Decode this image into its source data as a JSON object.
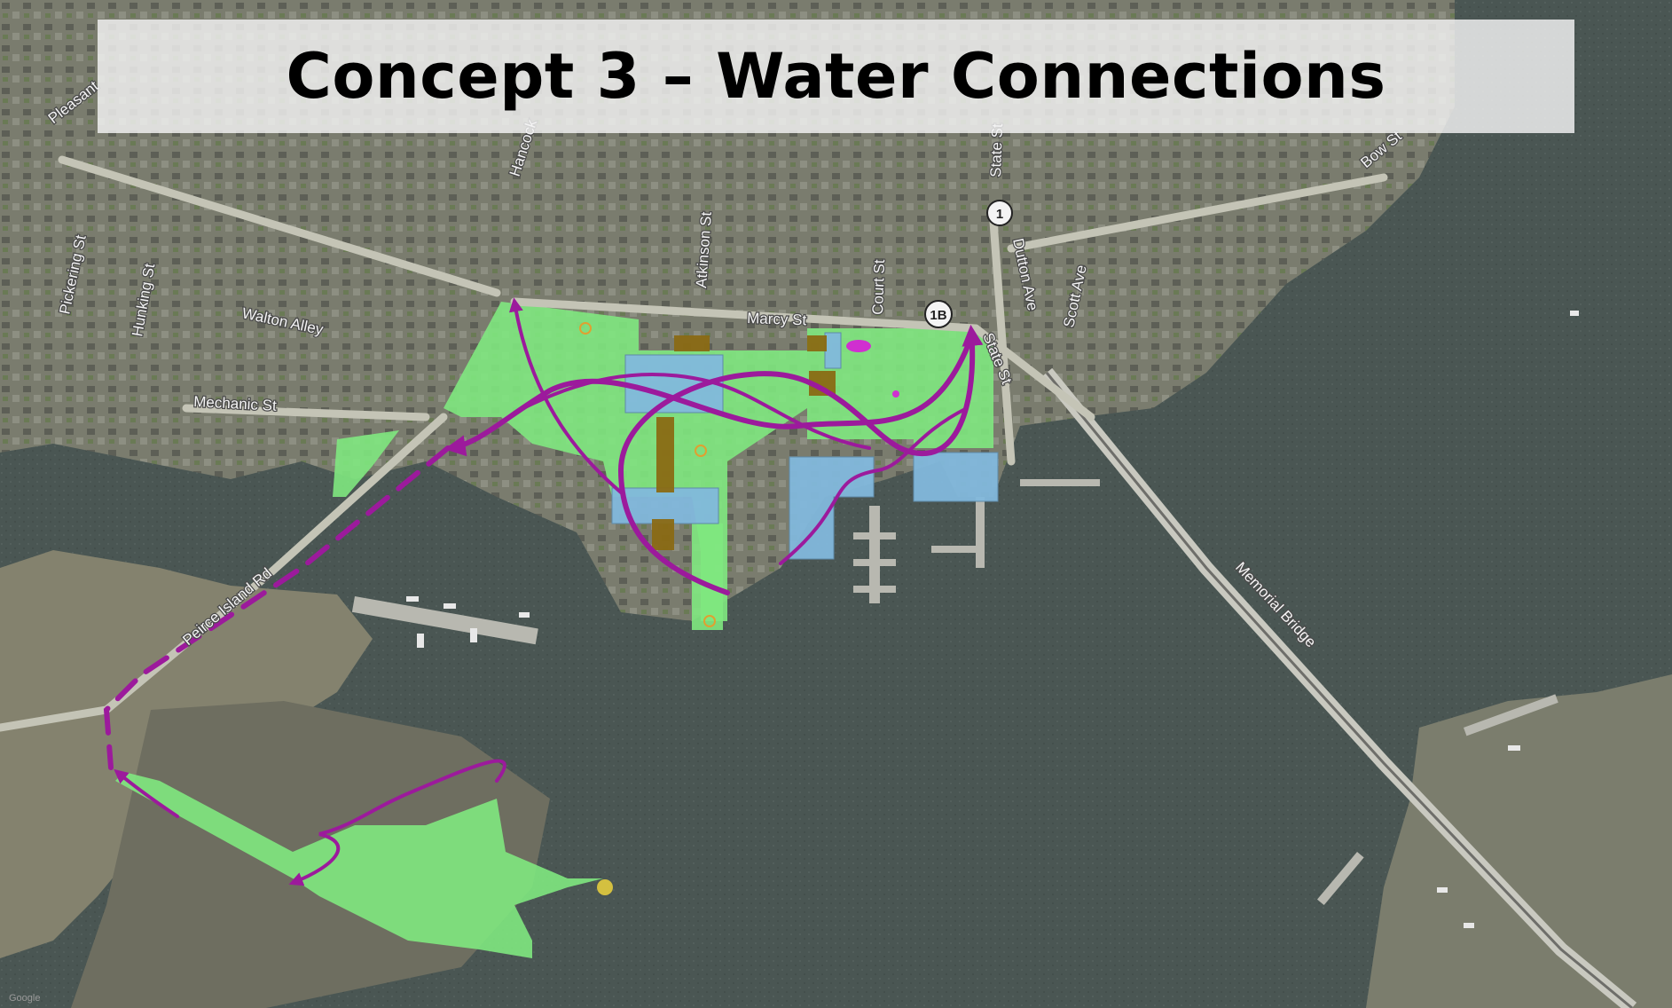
{
  "title": "Concept 3 – Water Connections",
  "colors": {
    "water": "#4a5653",
    "land": "#7d7f70",
    "park_green": "#7fe87f",
    "building_blue": "#82b8dc",
    "structure_brown": "#8a6a14",
    "route_purple": "#9c1a9c"
  },
  "street_labels": {
    "pleasant": "Pleasant",
    "hancock": "Hancock",
    "pickering": "Pickering St",
    "hunking": "Hunking St",
    "walton": "Walton Alley",
    "mechanic": "Mechanic St",
    "atkinson": "Atkinson St",
    "court": "Court St",
    "marcy": "Marcy St",
    "state_upper": "State St",
    "state_lower": "State St",
    "dutton": "Dutton Ave",
    "scott": "Scott Ave",
    "bow": "Bow St",
    "peirce": "Peirce Island Rd",
    "memorial": "Memorial Bridge"
  },
  "route_shields": {
    "route_1": "1",
    "route_1b": "1B"
  },
  "watermark": "Google"
}
